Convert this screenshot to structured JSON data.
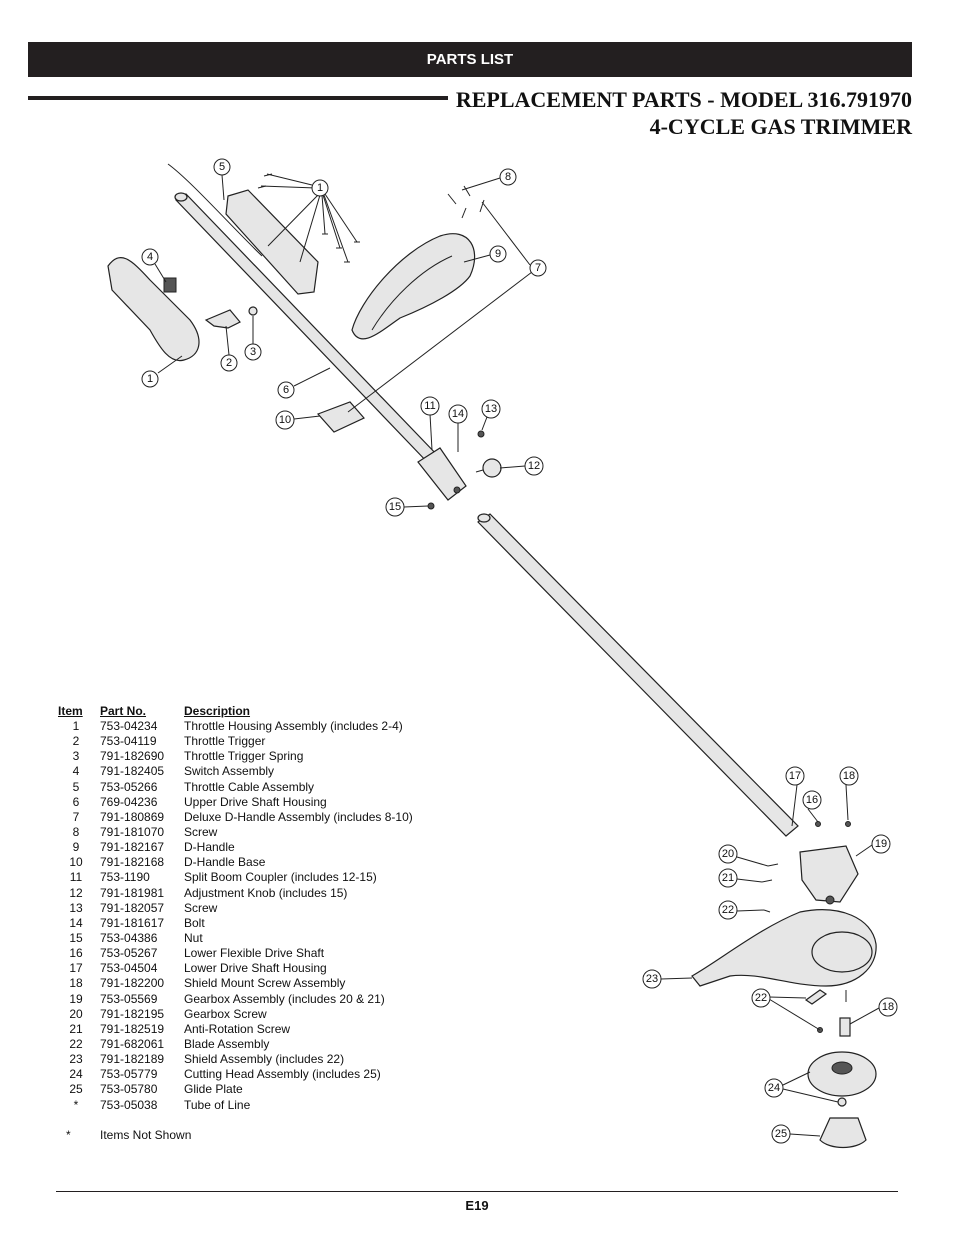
{
  "header": {
    "banner": "PARTS LIST",
    "title_line1": "REPLACEMENT PARTS - MODEL 316.791970",
    "title_line2": "4-CYCLE GAS TRIMMER"
  },
  "table": {
    "headers": {
      "item": "Item",
      "part_no": "Part No.",
      "description": "Description"
    },
    "rows": [
      {
        "item": "1",
        "part_no": "753-04234",
        "description": "Throttle Housing Assembly (includes 2-4)"
      },
      {
        "item": "2",
        "part_no": "753-04119",
        "description": "Throttle Trigger"
      },
      {
        "item": "3",
        "part_no": "791-182690",
        "description": "Throttle Trigger Spring"
      },
      {
        "item": "4",
        "part_no": "791-182405",
        "description": "Switch Assembly"
      },
      {
        "item": "5",
        "part_no": "753-05266",
        "description": "Throttle Cable Assembly"
      },
      {
        "item": "6",
        "part_no": "769-04236",
        "description": "Upper Drive Shaft Housing"
      },
      {
        "item": "7",
        "part_no": "791-180869",
        "description": "Deluxe D-Handle Assembly (includes 8-10)"
      },
      {
        "item": "8",
        "part_no": "791-181070",
        "description": "Screw"
      },
      {
        "item": "9",
        "part_no": "791-182167",
        "description": "D-Handle"
      },
      {
        "item": "10",
        "part_no": "791-182168",
        "description": "D-Handle Base"
      },
      {
        "item": "11",
        "part_no": "753-1190",
        "description": "Split Boom Coupler (includes 12-15)"
      },
      {
        "item": "12",
        "part_no": "791-181981",
        "description": "Adjustment Knob (includes 15)"
      },
      {
        "item": "13",
        "part_no": "791-182057",
        "description": "Screw"
      },
      {
        "item": "14",
        "part_no": "791-181617",
        "description": "Bolt"
      },
      {
        "item": "15",
        "part_no": "753-04386",
        "description": "Nut"
      },
      {
        "item": "16",
        "part_no": "753-05267",
        "description": "Lower Flexible Drive Shaft"
      },
      {
        "item": "17",
        "part_no": "753-04504",
        "description": "Lower Drive Shaft Housing"
      },
      {
        "item": "18",
        "part_no": "791-182200",
        "description": "Shield Mount Screw Assembly"
      },
      {
        "item": "19",
        "part_no": "753-05569",
        "description": "Gearbox Assembly (includes 20 & 21)"
      },
      {
        "item": "20",
        "part_no": "791-182195",
        "description": "Gearbox Screw"
      },
      {
        "item": "21",
        "part_no": "791-182519",
        "description": "Anti-Rotation Screw"
      },
      {
        "item": "22",
        "part_no": "791-682061",
        "description": "Blade Assembly"
      },
      {
        "item": "23",
        "part_no": "791-182189",
        "description": "Shield Assembly (includes 22)"
      },
      {
        "item": "24",
        "part_no": "753-05779",
        "description": "Cutting Head Assembly (includes 25)"
      },
      {
        "item": "25",
        "part_no": "753-05780",
        "description": "Glide Plate"
      },
      {
        "item": "*",
        "part_no": "753-05038",
        "description": "Tube of Line"
      }
    ]
  },
  "note": {
    "star": "*",
    "text": "Items Not Shown"
  },
  "diagram": {
    "callouts": [
      "1",
      "1",
      "2",
      "3",
      "4",
      "5",
      "6",
      "7",
      "8",
      "9",
      "10",
      "11",
      "12",
      "13",
      "14",
      "15",
      "16",
      "17",
      "18",
      "18",
      "19",
      "20",
      "21",
      "22",
      "22",
      "23",
      "24",
      "25"
    ]
  },
  "footer": {
    "page": "E19"
  }
}
